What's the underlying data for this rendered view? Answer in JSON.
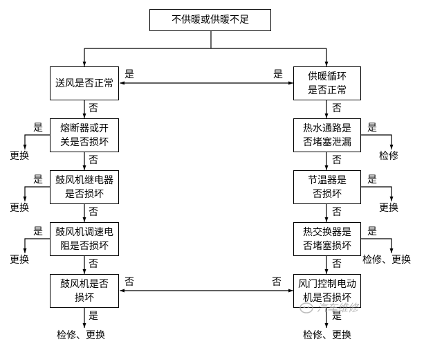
{
  "nodes": {
    "start": [
      "不供暖或供暖不足"
    ],
    "blower_ok": [
      "送风是否正常"
    ],
    "circ_ok": [
      "供暖循环",
      "是否正常"
    ],
    "fuse": [
      "熔断器或开",
      "关是否损坏"
    ],
    "relay": [
      "鼓风机继电器",
      "是否损坏"
    ],
    "resistor": [
      "鼓风机调速电",
      "阻是否损坏"
    ],
    "motor": [
      "鼓风机是否",
      "损坏"
    ],
    "water": [
      "热水通路是",
      "否堵塞泄漏"
    ],
    "thermo": [
      "节温器是",
      "否损坏"
    ],
    "exchanger": [
      "热交换器是",
      "否堵塞损坏"
    ],
    "damper": [
      "风门控制电动",
      "机是否损坏"
    ]
  },
  "labels": {
    "yes": "是",
    "no": "否",
    "replace": "更换",
    "repair": "检修",
    "repair_replace": "检修、更换"
  },
  "watermark": "汽车维修"
}
